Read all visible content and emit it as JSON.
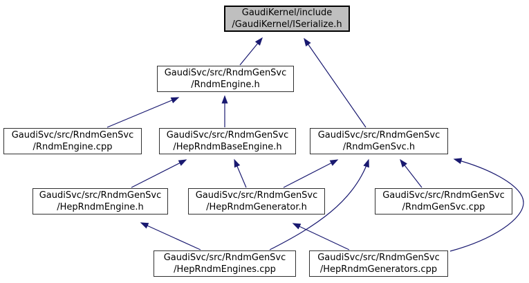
{
  "graph": {
    "colors": {
      "edge": "#191970",
      "node_border": "#303030",
      "node_fill": "#ffffff",
      "current_node_fill": "#bfbfbf",
      "current_node_border": "#000000",
      "text": "#000000",
      "background": "#ffffff"
    },
    "nodes": {
      "iserialize_h": {
        "line1": "GaudiKernel/include",
        "line2": "/GaudiKernel/ISerialize.h",
        "current": true
      },
      "rndmengine_h": {
        "line1": "GaudiSvc/src/RndmGenSvc",
        "line2": "/RndmEngine.h"
      },
      "rndmengine_cpp": {
        "line1": "GaudiSvc/src/RndmGenSvc",
        "line2": "/RndmEngine.cpp"
      },
      "heprndmbaseengine_h": {
        "line1": "GaudiSvc/src/RndmGenSvc",
        "line2": "/HepRndmBaseEngine.h"
      },
      "rndmgensvc_h": {
        "line1": "GaudiSvc/src/RndmGenSvc",
        "line2": "/RndmGenSvc.h"
      },
      "heprndmengine_h": {
        "line1": "GaudiSvc/src/RndmGenSvc",
        "line2": "/HepRndmEngine.h"
      },
      "heprndmgenerator_h": {
        "line1": "GaudiSvc/src/RndmGenSvc",
        "line2": "/HepRndmGenerator.h"
      },
      "rndmgensvc_cpp": {
        "line1": "GaudiSvc/src/RndmGenSvc",
        "line2": "/RndmGenSvc.cpp"
      },
      "heprndmengines_cpp": {
        "line1": "GaudiSvc/src/RndmGenSvc",
        "line2": "/HepRndmEngines.cpp"
      },
      "heprndmgenerators_cpp": {
        "line1": "GaudiSvc/src/RndmGenSvc",
        "line2": "/HepRndmGenerators.cpp"
      }
    },
    "edges": [
      {
        "from": "rndmengine_h",
        "to": "iserialize_h"
      },
      {
        "from": "rndmgensvc_h",
        "to": "iserialize_h"
      },
      {
        "from": "rndmengine_cpp",
        "to": "rndmengine_h"
      },
      {
        "from": "heprndmbaseengine_h",
        "to": "rndmengine_h"
      },
      {
        "from": "heprndmengine_h",
        "to": "heprndmbaseengine_h"
      },
      {
        "from": "heprndmgenerator_h",
        "to": "heprndmbaseengine_h"
      },
      {
        "from": "heprndmgenerator_h",
        "to": "rndmgensvc_h"
      },
      {
        "from": "rndmgensvc_cpp",
        "to": "rndmgensvc_h"
      },
      {
        "from": "heprndmengines_cpp",
        "to": "heprndmengine_h"
      },
      {
        "from": "heprndmengines_cpp",
        "to": "rndmgensvc_h"
      },
      {
        "from": "heprndmgenerators_cpp",
        "to": "heprndmgenerator_h"
      },
      {
        "from": "heprndmgenerators_cpp",
        "to": "rndmgensvc_h"
      }
    ]
  }
}
